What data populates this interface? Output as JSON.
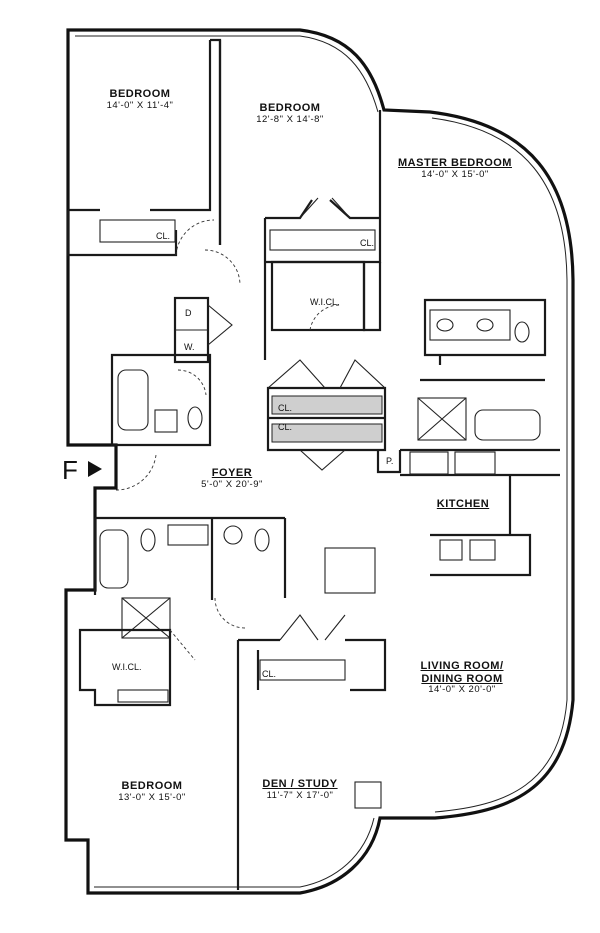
{
  "rooms": {
    "bedroom_nw": {
      "name": "BEDROOM",
      "dims": "14'-0\" X 11'-4\""
    },
    "bedroom_n": {
      "name": "BEDROOM",
      "dims": "12'-8\" X 14'-8\""
    },
    "master_bedroom": {
      "name": "MASTER BEDROOM",
      "dims": "14'-0\" X 15'-0\""
    },
    "foyer": {
      "name": "FOYER",
      "dims": "5'-0\" X 20'-9\""
    },
    "kitchen": {
      "name": "KITCHEN"
    },
    "living_dining": {
      "name_line1": "LIVING ROOM/",
      "name_line2": "DINING ROOM",
      "dims": "14'-0\" X 20'-0\""
    },
    "den_study": {
      "name": "DEN / STUDY",
      "dims": "11'-7\" X 17'-0\""
    },
    "bedroom_sw": {
      "name": "BEDROOM",
      "dims": "13'-0\" X 15'-0\""
    }
  },
  "tags": {
    "closet": "CL.",
    "walk_in_closet": "W.I.CL.",
    "dryer": "D",
    "washer": "W.",
    "pantry": "P."
  },
  "entry": {
    "label": "F"
  }
}
